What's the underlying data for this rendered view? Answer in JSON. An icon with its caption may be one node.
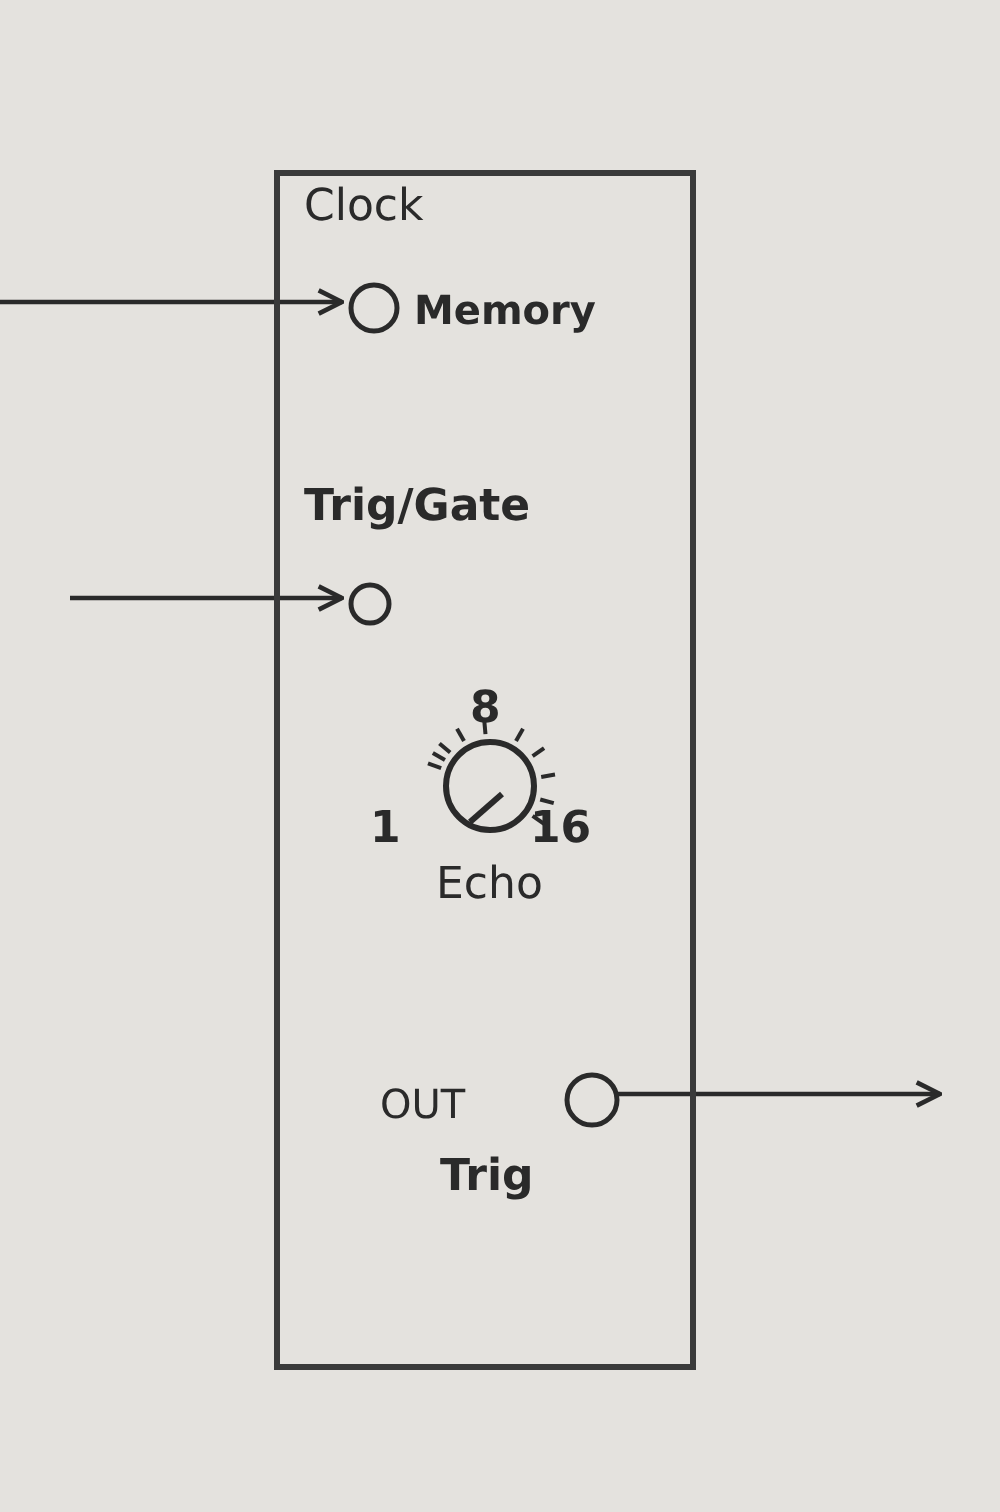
{
  "diagram": {
    "nodes": [
      {
        "text": [],
        "shape": "box"
      },
      {
        "text": [
          "Clock"
        ],
        "beside": [
          "Memory"
        ],
        "in": 0
      },
      {
        "text": [
          "Trig/Gate"
        ],
        "in": 0
      },
      {
        "text": [
          "Echo"
        ],
        "in": 0
      },
      {
        "text": [
          "OUT",
          "Trig"
        ],
        "in": 0
      }
    ],
    "edges": [
      {
        "from": null,
        "to": 1,
        "arrow": "to"
      },
      {
        "from": null,
        "to": 2,
        "arrow": "to"
      },
      {
        "from": 4,
        "to": null,
        "arrow": "to"
      }
    ],
    "labels": [
      "8",
      "1",
      "16"
    ]
  }
}
